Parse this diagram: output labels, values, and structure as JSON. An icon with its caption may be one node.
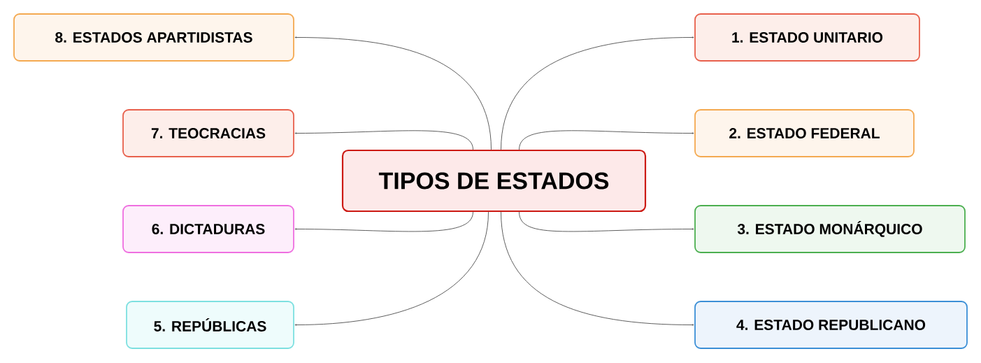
{
  "diagram": {
    "nodes": [
      {
        "text": [
          "TIPOS DE ESTADOS"
        ]
      },
      {
        "text": [
          "1. ESTADO UNITARIO"
        ]
      },
      {
        "text": [
          "2. ESTADO FEDERAL"
        ]
      },
      {
        "text": [
          "3. ESTADO MONÁRQUICO"
        ]
      },
      {
        "text": [
          "4. ESTADO REPUBLICANO"
        ]
      },
      {
        "text": [
          "5. REPÚBLICAS"
        ]
      },
      {
        "text": [
          "6. DICTADURAS"
        ]
      },
      {
        "text": [
          "7. TEOCRACIAS"
        ]
      },
      {
        "text": [
          "8. ESTADOS APARTIDISTAS"
        ]
      }
    ],
    "edges": [
      {
        "from": 0,
        "to": 1,
        "arrow": "to"
      },
      {
        "from": 0,
        "to": 2,
        "arrow": "to"
      },
      {
        "from": 0,
        "to": 3,
        "arrow": "to"
      },
      {
        "from": 0,
        "to": 4,
        "arrow": "to"
      },
      {
        "from": 0,
        "to": 5,
        "arrow": "to"
      },
      {
        "from": 0,
        "to": 6,
        "arrow": "to"
      },
      {
        "from": 0,
        "to": 7,
        "arrow": "to"
      },
      {
        "from": 0,
        "to": 8,
        "arrow": "to"
      }
    ]
  }
}
